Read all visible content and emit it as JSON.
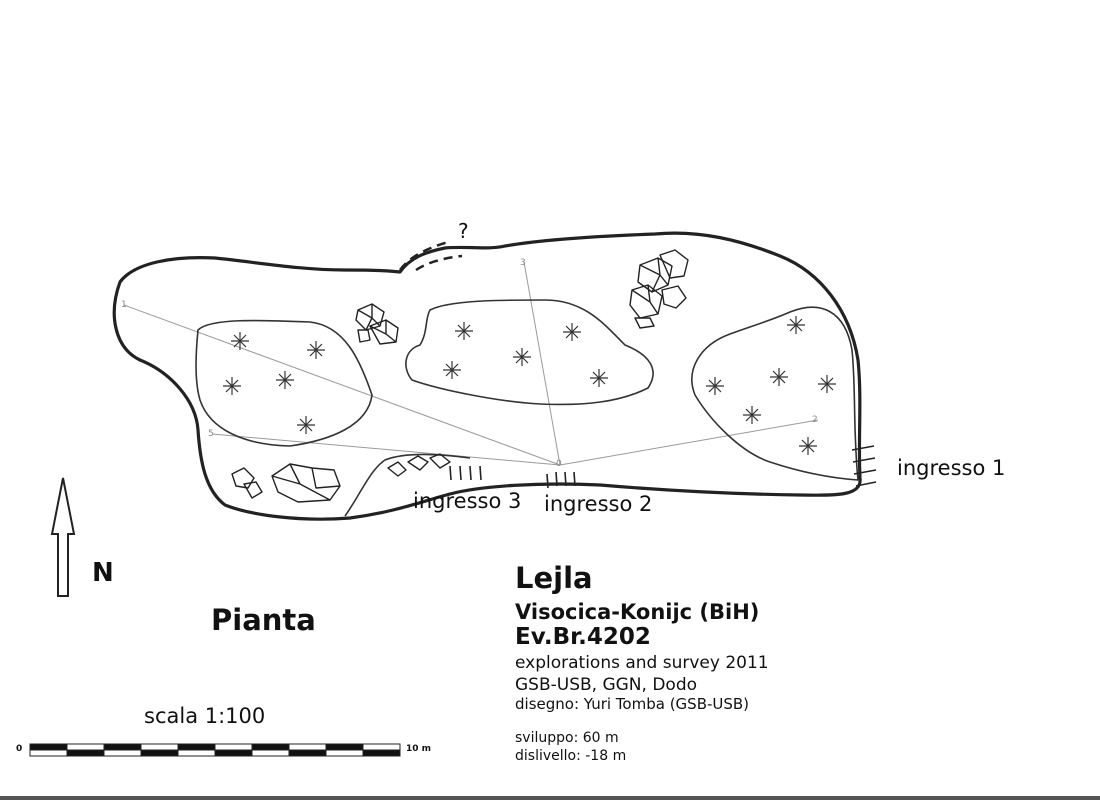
{
  "labels": {
    "question_mark": "?",
    "entrance_1": "ingresso 1",
    "entrance_2": "ingresso 2",
    "entrance_3": "ingresso 3",
    "north": "N",
    "view_name": "Pianta",
    "scale": "scala 1:100",
    "scale_start": "0",
    "scale_end": "10 m"
  },
  "info": {
    "cave_name": "Lejla",
    "location": "Visocica-Konijc (BiH)",
    "registry": "Ev.Br.4202",
    "exploration": "explorations and survey 2011",
    "groups": "GSB-USB, GGN, Dodo",
    "drawing": "disegno: Yuri Tomba (GSB-USB)",
    "development": "sviluppo: 60 m",
    "depth": "dislivello: -18 m"
  },
  "survey_stations": [
    "1",
    "2",
    "3",
    "5",
    "0"
  ],
  "colors": {
    "outline": "#222222",
    "survey_line": "#9a9a9a",
    "background": "#ffffff"
  }
}
